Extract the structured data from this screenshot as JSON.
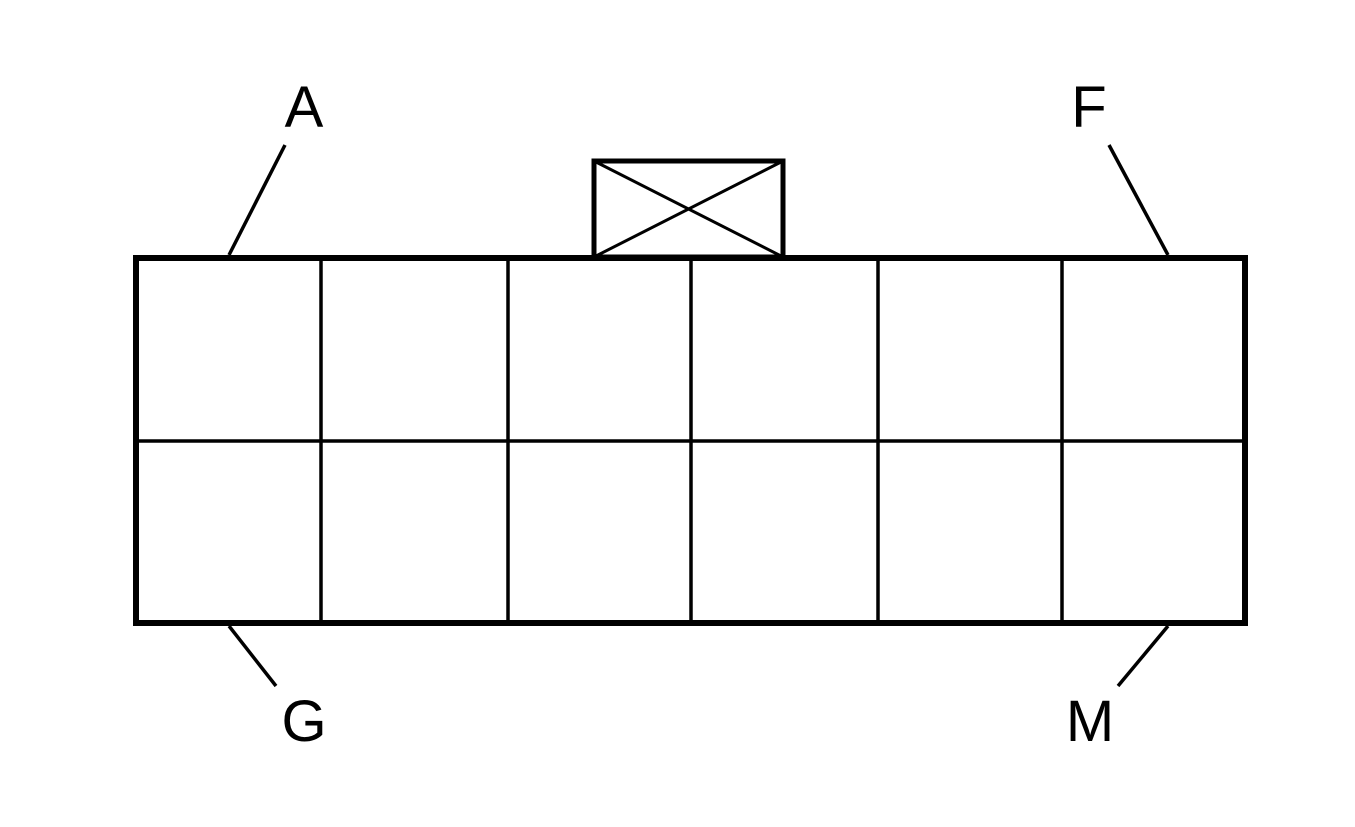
{
  "connector": {
    "rows": 2,
    "columns": 6,
    "line_color": "#000000",
    "background_color": "#ffffff",
    "labels": {
      "top_left": "A",
      "top_right": "F",
      "bottom_left": "G",
      "bottom_right": "M"
    }
  }
}
